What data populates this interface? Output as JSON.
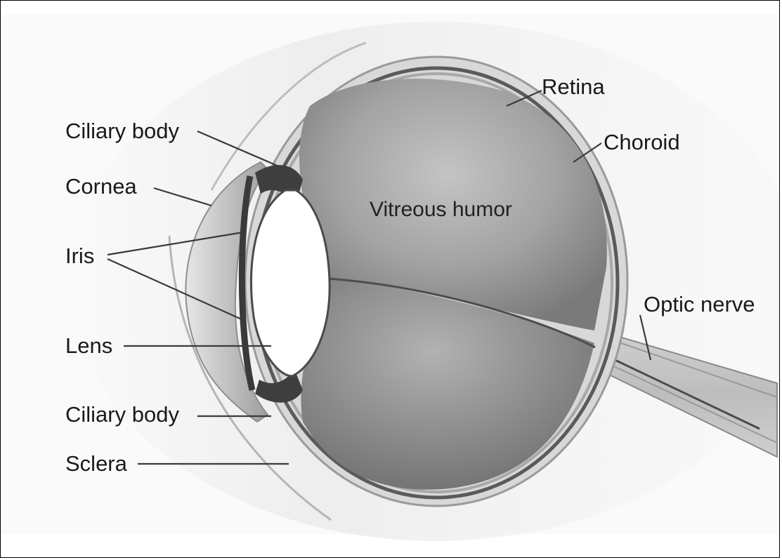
{
  "diagram": {
    "labels": {
      "retina": "Retina",
      "choroid": "Choroid",
      "ciliary_body_upper": "Ciliary body",
      "cornea": "Cornea",
      "vitreous_humor": "Vitreous humor",
      "iris": "Iris",
      "optic_nerve": "Optic nerve",
      "lens": "Lens",
      "ciliary_body_lower": "Ciliary body",
      "sclera": "Sclera"
    },
    "colors": {
      "label_text": "#1a1a1a",
      "leader_lines": "#3a3a3a",
      "vitreous": "#8f8f8f",
      "sclera": "#d9d9d9",
      "choroid": "#5a5a5a",
      "lens": "#ffffff",
      "frame_border": "#000000"
    }
  }
}
